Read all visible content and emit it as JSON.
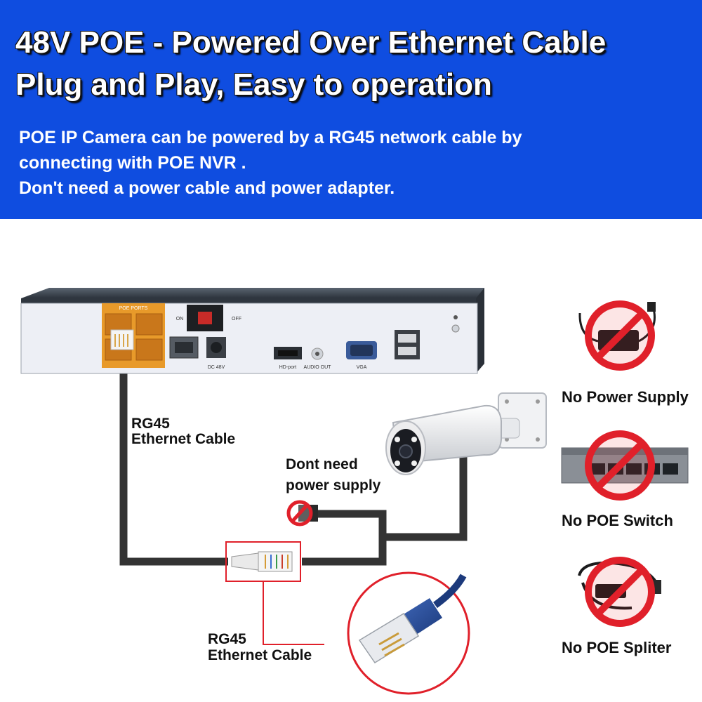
{
  "banner": {
    "headline_1": "48V POE - Powered Over Ethernet Cable",
    "headline_2": "Plug and Play, Easy to operation",
    "sub_1": "POE IP Camera can be powered by a RG45 network cable by",
    "sub_2": "connecting with POE NVR .",
    "sub_3": "Don't need a power cable and power adapter.",
    "color": "#0f4de0"
  },
  "nvr": {
    "poe_ports_label": "POE PORTS",
    "on_label": "ON",
    "off_label": "OFF",
    "dc_label": "DC 48V",
    "hd_label": "HD-port",
    "audio_label": "AUDIO OUT",
    "vga_label": "VGA"
  },
  "labels": {
    "cable_top_1": "RG45",
    "cable_top_2": "Ethernet Cable",
    "no_power_1": "Dont need",
    "no_power_2": "power supply",
    "cable_bottom_1": "RG45",
    "cable_bottom_2": "Ethernet Cable"
  },
  "signs": {
    "power_supply": "No Power Supply",
    "poe_switch": "No POE Switch",
    "poe_splitter": "No POE Spliter"
  },
  "colors": {
    "prohibit_red": "#e0202a",
    "highlight_red": "#e0202a",
    "port_orange": "#e89a2a",
    "cable": "#333333"
  },
  "icons": {
    "nvr": "nvr-recorder-icon",
    "camera": "bullet-camera-icon",
    "rj45": "rj45-connector-icon",
    "power": "power-adapter-icon",
    "switch": "network-switch-icon",
    "splitter": "poe-splitter-icon"
  }
}
